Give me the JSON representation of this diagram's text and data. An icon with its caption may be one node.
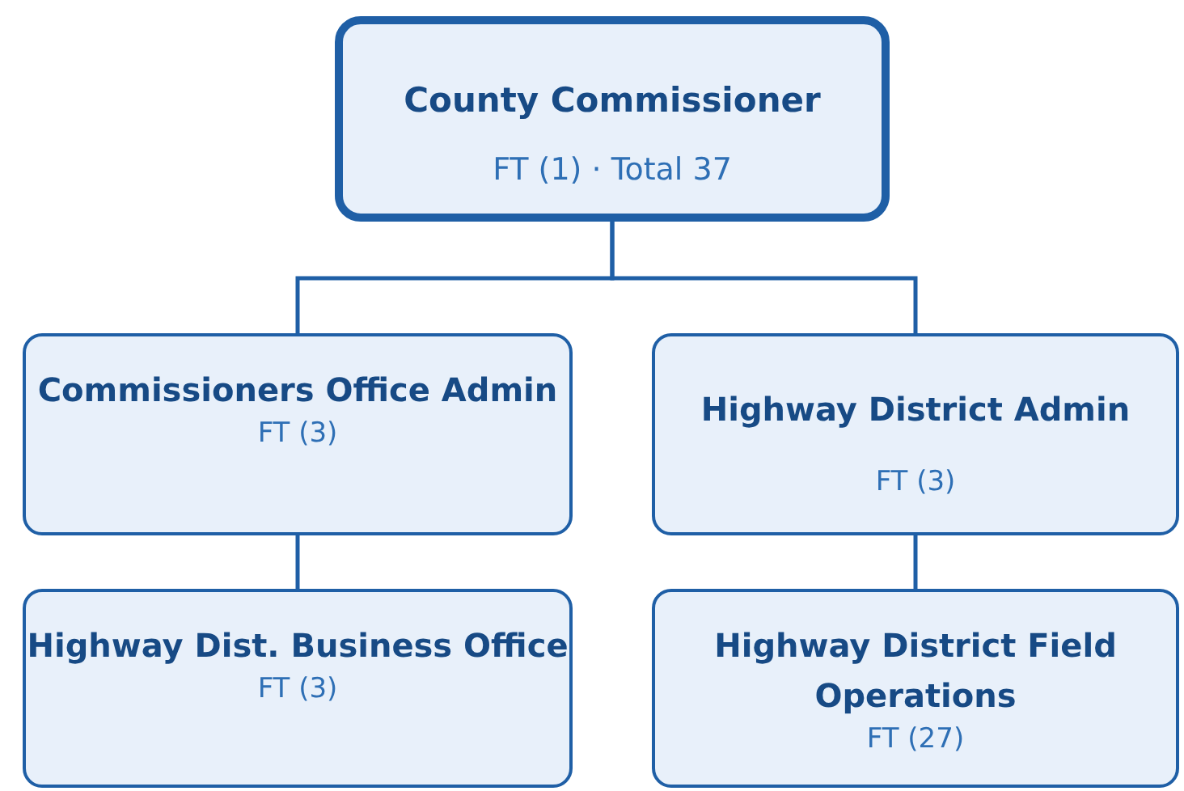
{
  "diagram": {
    "nodes": [
      {
        "text": [
          "County Commissioner",
          "FT (1) · Total 37"
        ]
      },
      {
        "text": [
          "Commissioners Office Admin",
          "FT (3)"
        ]
      },
      {
        "text": [
          "Highway District Admin",
          "FT (3)"
        ]
      },
      {
        "text": [
          "Highway Dist. Business Office",
          "FT (3)"
        ]
      },
      {
        "text": [
          "Highway District Field Operations",
          "FT (27)"
        ]
      }
    ],
    "edges": [
      {
        "from": 0,
        "to": 1,
        "arrow": "none"
      },
      {
        "from": 0,
        "to": 2,
        "arrow": "none"
      },
      {
        "from": 1,
        "to": 3,
        "arrow": "none"
      },
      {
        "from": 2,
        "to": 4,
        "arrow": "none"
      }
    ]
  }
}
